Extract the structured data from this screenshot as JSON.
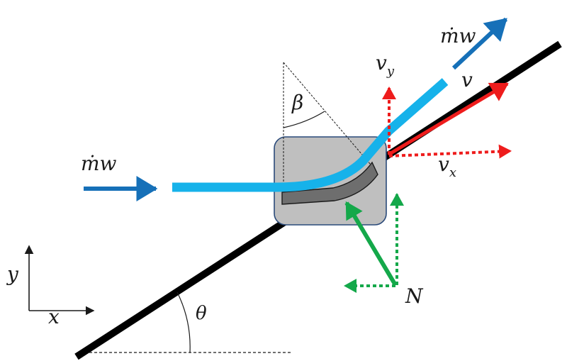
{
  "labels": {
    "mdot_w_in": "ṁw",
    "mdot_w_out": "ṁw",
    "v": "v",
    "v_y_base": "v",
    "v_y_sub": "y",
    "v_x_base": "v",
    "v_x_sub": "x",
    "beta": "β",
    "theta": "θ",
    "normal_force": "N",
    "axis_x": "x",
    "axis_y": "y"
  },
  "colors": {
    "incline": "#000000",
    "water_jet": "#16b2ea",
    "mass_flow_arrow": "#1670b8",
    "velocity": "#ee1c1c",
    "normal_force": "#14a84a",
    "block_fill": "#bfbfbf",
    "block_stroke": "#2a4a7a",
    "vane_fill": "#6e6e6e",
    "text": "#1a1a1a"
  },
  "icons": {
    "block": "cart-block-icon",
    "vane": "curved-vane-icon"
  }
}
